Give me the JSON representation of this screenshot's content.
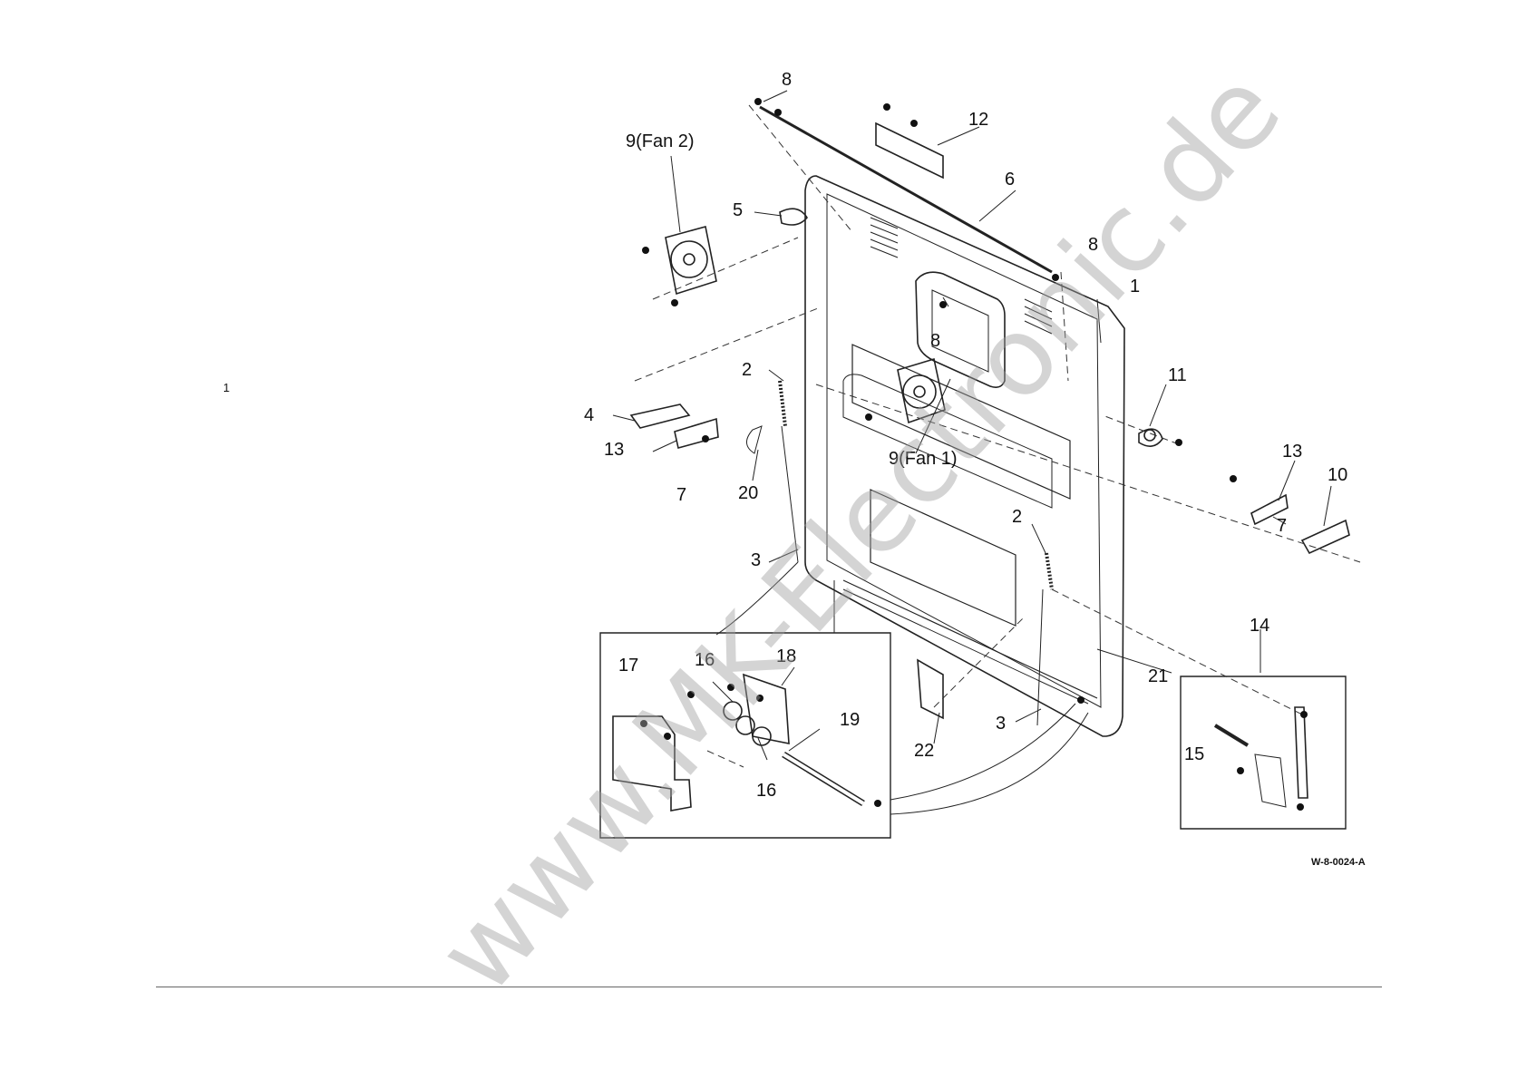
{
  "page_number": "1",
  "drawing_code": "W-8-0024-A",
  "watermark": "www.MK-Electronic.de",
  "callouts": {
    "c8a": "8",
    "c12": "12",
    "c9fan2": "9(Fan 2)",
    "c6": "6",
    "c5": "5",
    "c8b": "8",
    "c1": "1",
    "c8c": "8",
    "c2a": "2",
    "c11": "11",
    "c4": "4",
    "c13a": "13",
    "c9fan1": "9(Fan 1)",
    "c7a": "7",
    "c20": "20",
    "c13b": "13",
    "c10": "10",
    "c2b": "2",
    "c7b": "7",
    "c3a": "3",
    "c14": "14",
    "c17": "17",
    "c16a": "16",
    "c18": "18",
    "c21": "21",
    "c19": "19",
    "c22": "22",
    "c3b": "3",
    "c15": "15",
    "c16b": "16"
  }
}
